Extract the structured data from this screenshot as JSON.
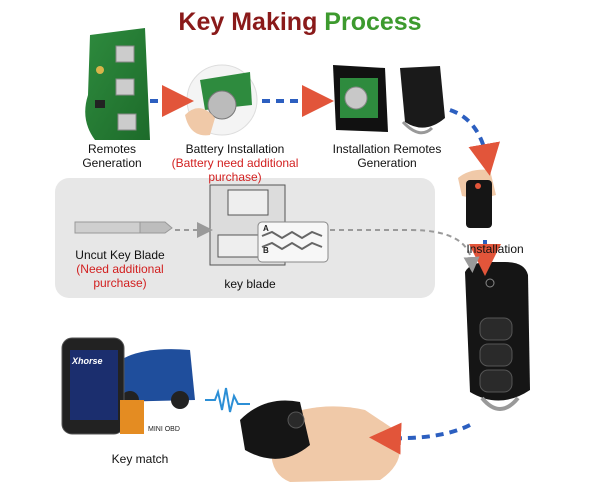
{
  "title": {
    "word1": "Key Making",
    "word2": "Process"
  },
  "steps": {
    "remotes": {
      "line1": "Remotes",
      "line2": "Generation"
    },
    "battery": {
      "main": "Battery Installation",
      "note": "(Battery need additional purchase)"
    },
    "install_remotes": {
      "line1": "Installation Remotes",
      "line2": "Generation"
    },
    "installation": "Installation",
    "uncut_blade": {
      "main": "Uncut Key  Blade",
      "note": "(Need additional purchase)"
    },
    "key_blade": "key blade",
    "key_match": "Key match"
  },
  "device": {
    "brand": "Xhorse",
    "mini_obd": "MINI OBD"
  },
  "blade_marks": {
    "a": "A",
    "b": "B"
  },
  "colors": {
    "title_dark_red": "#8a1a1a",
    "title_green": "#3d9a2e",
    "note_red": "#d21f1f",
    "arrow_blue": "#2c5fc0",
    "arrow_red": "#e2553a"
  }
}
